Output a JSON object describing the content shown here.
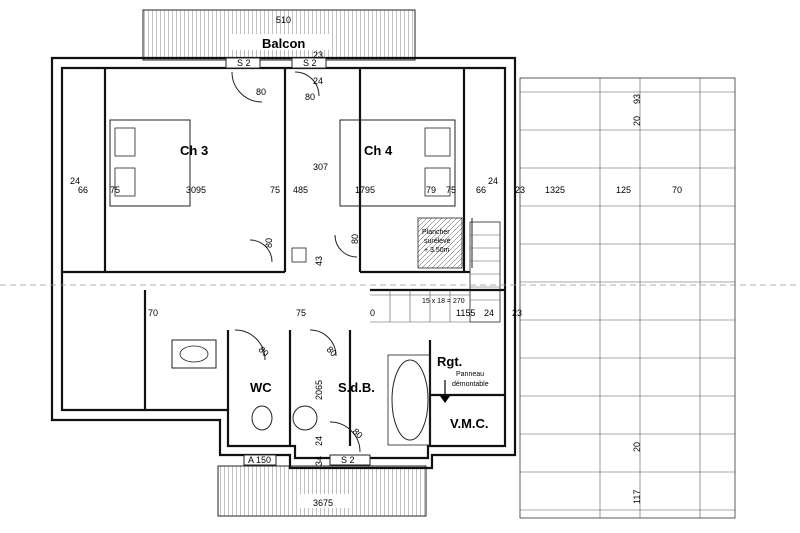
{
  "rooms": {
    "balcon": "Balcon",
    "ch3": "Ch 3",
    "ch4": "Ch 4",
    "wc": "WC",
    "sdb": "S.d.B.",
    "rgt": "Rgt.",
    "vmc": "V.M.C."
  },
  "notes": {
    "plancher_l1": "Plancher",
    "plancher_l2": "surélevé",
    "plancher_l3": "+ 3.50m",
    "panneau_l1": "Panneau",
    "panneau_l2": "démontable",
    "stairs": "15 x 18 = 270"
  },
  "windows": {
    "s2_left": "S 2",
    "s2_mid": "S 2",
    "s2_bottom": "S 2",
    "a150": "A 150"
  },
  "dimensions": {
    "top_510": "510",
    "d80_a": "80",
    "d80_b": "80",
    "d23": "23",
    "d24_top": "24",
    "d307": "307",
    "d24_left": "24",
    "d66_left": "66",
    "d7_1": "75",
    "d309": "3095",
    "d7_2": "75",
    "d48": "485",
    "d179": "1795",
    "d79": "79",
    "d7_3": "75",
    "d66_right": "66",
    "d24_right": "24",
    "d23_right": "23",
    "d132": "1325",
    "d125": "125",
    "d70": "70",
    "d93": "93",
    "d20_top": "20",
    "d80_ch3": "80",
    "d80_ch4": "80",
    "d43": "43",
    "d70_left": "70",
    "d7_4": "75",
    "d0": "0",
    "d115": "1155",
    "d24_stair": "24",
    "d23_stair": "23",
    "d80_wc": "80",
    "d80_sdb": "80",
    "d206": "2065",
    "d80_door": "80",
    "d24_bottom": "24",
    "d34": "34",
    "d20_bottom": "20",
    "d117": "117",
    "d367": "3675"
  }
}
